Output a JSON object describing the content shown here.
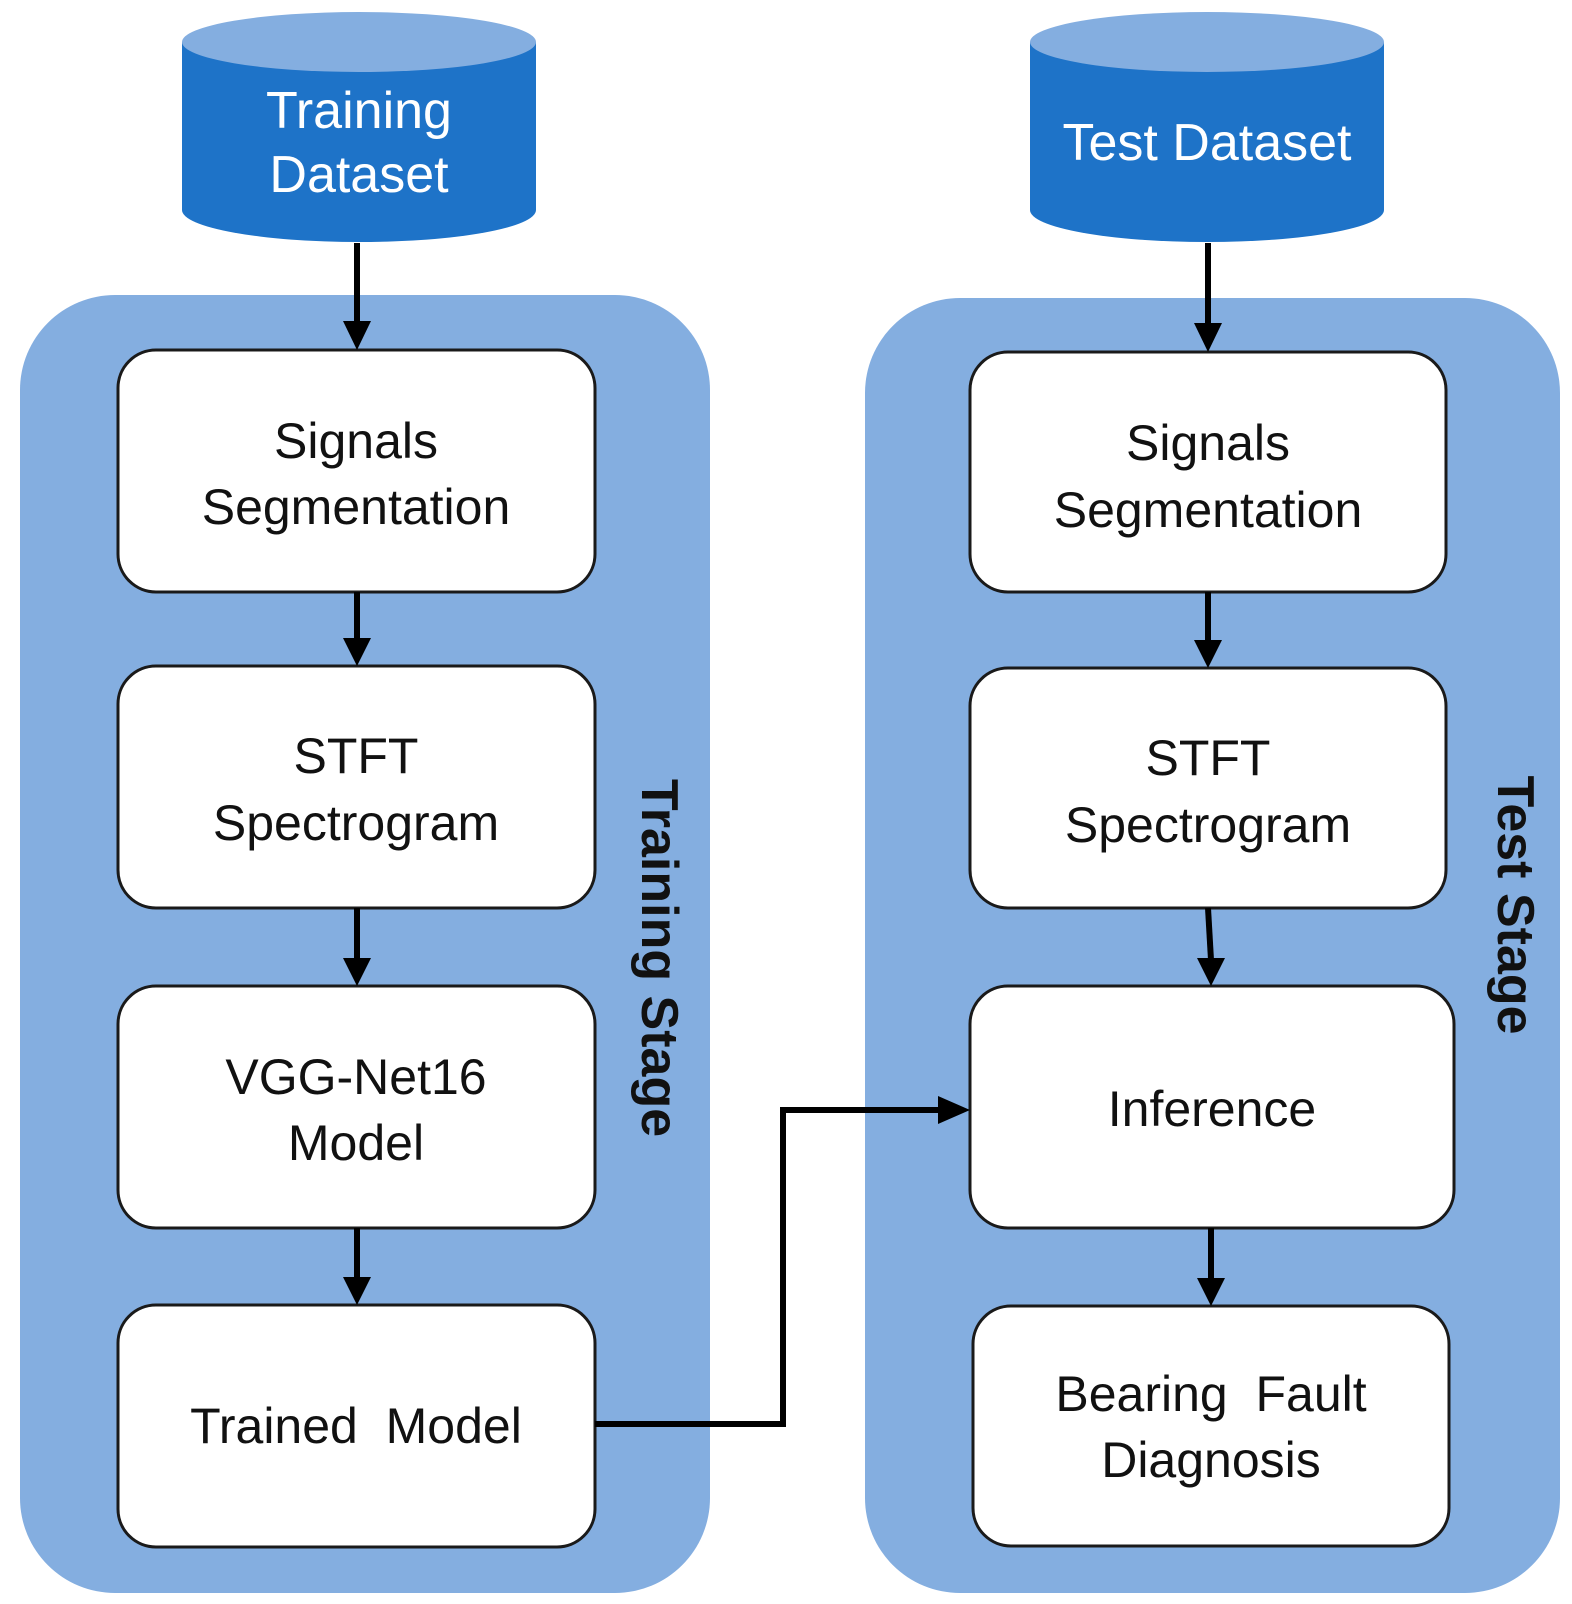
{
  "training": {
    "dataset_line1": "Training",
    "dataset_line2": "Dataset",
    "stage_label": "Training Stage",
    "box1_line1": "Signals",
    "box1_line2": "Segmentation",
    "box2_line1": "STFT",
    "box2_line2": "Spectrogram",
    "box3_line1": "VGG-Net16",
    "box3_line2": "Model",
    "box4_label": "Trained  Model"
  },
  "test": {
    "dataset_label": "Test Dataset",
    "stage_label": "Test Stage",
    "box1_line1": "Signals",
    "box1_line2": "Segmentation",
    "box2_line1": "STFT",
    "box2_line2": "Spectrogram",
    "box3_label": "Inference",
    "box4_line1": "Bearing  Fault",
    "box4_line2": "Diagnosis"
  },
  "colors": {
    "panel": "#84aee0",
    "database": "#1e73c8",
    "database_top": "#84aee0",
    "box": "#ffffff",
    "arrow": "#000000"
  }
}
